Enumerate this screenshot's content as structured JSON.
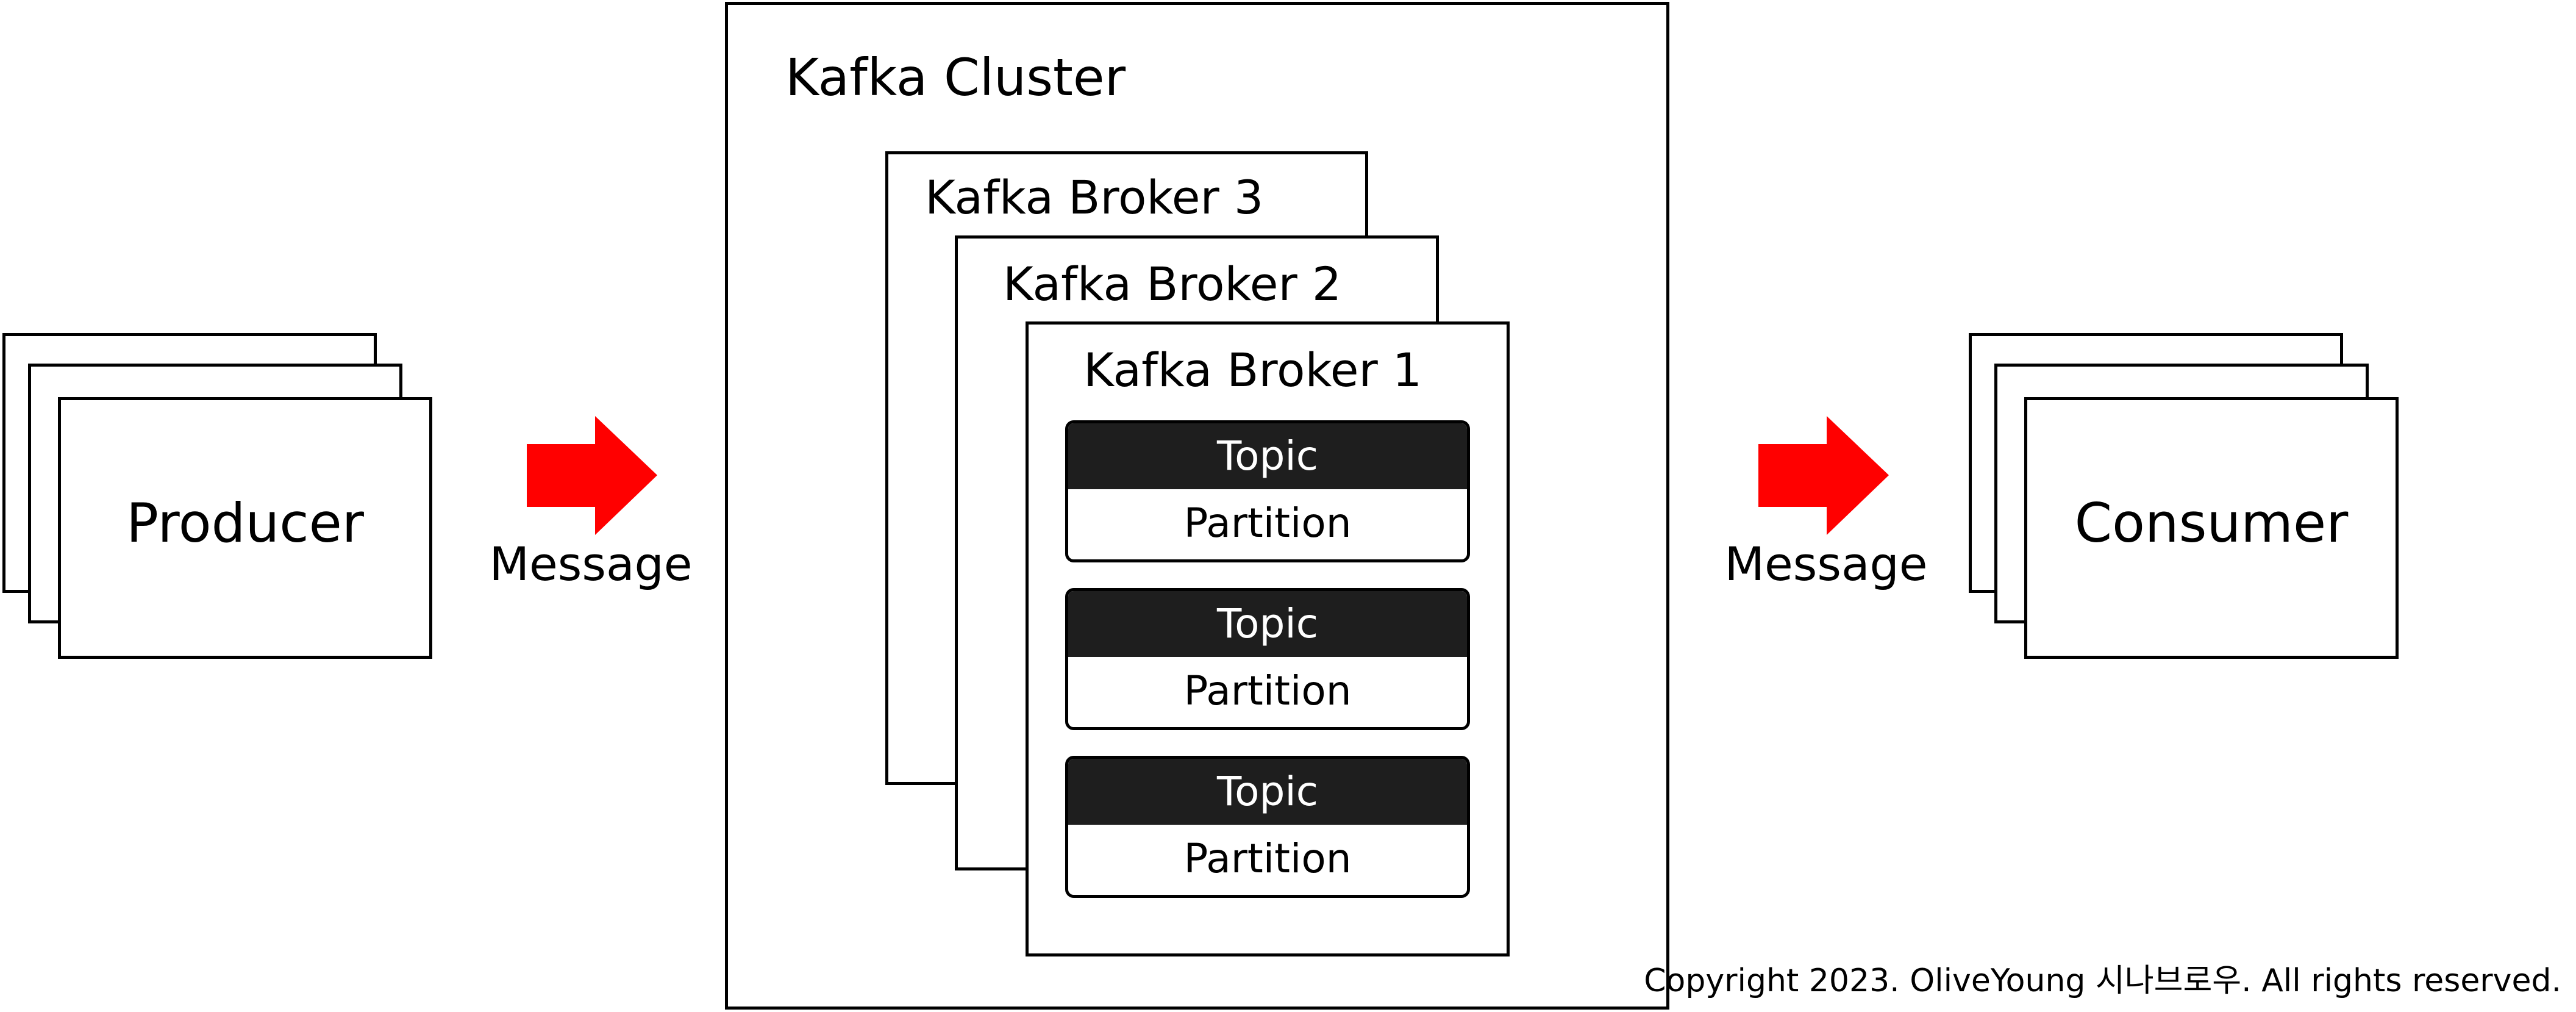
{
  "producer": {
    "label": "Producer"
  },
  "consumer": {
    "label": "Consumer"
  },
  "left_arrow": {
    "label": "Message",
    "color": "#ff0000"
  },
  "right_arrow": {
    "label": "Message",
    "color": "#ff0000"
  },
  "cluster": {
    "title": "Kafka Cluster",
    "brokers": [
      {
        "title": "Kafka Broker 3"
      },
      {
        "title": "Kafka Broker 2"
      },
      {
        "title": "Kafka Broker 1"
      }
    ],
    "topics": [
      {
        "header": "Topic",
        "body": "Partition"
      },
      {
        "header": "Topic",
        "body": "Partition"
      },
      {
        "header": "Topic",
        "body": "Partition"
      }
    ]
  },
  "footer": {
    "copyright": "Copyright 2023. OliveYoung 시나브로우. All rights reserved."
  }
}
